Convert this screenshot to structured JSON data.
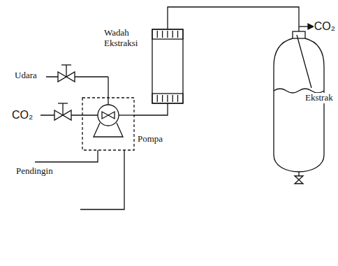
{
  "diagram": {
    "nodes": [
      {
        "text": [
          "Pompa"
        ]
      },
      {
        "text": [
          "Wadah Ekstraksi"
        ]
      },
      {
        "text": [
          "Ekstrak"
        ]
      }
    ],
    "edges": [
      {
        "from": 0,
        "to": 1,
        "arrow": "none"
      },
      {
        "from": 1,
        "to": 2,
        "arrow": "none"
      }
    ],
    "labels": [
      "Udara",
      "CO₂",
      "CO₂",
      "Pendingin"
    ]
  }
}
